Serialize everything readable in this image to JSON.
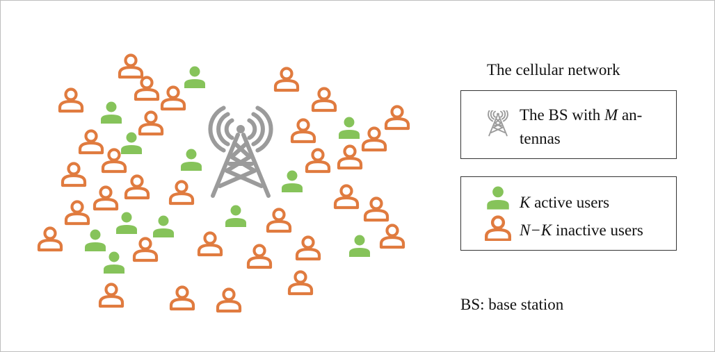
{
  "legend": {
    "title": "The cellular network",
    "bs_label_pre": "The BS with ",
    "bs_label_var": "M",
    "bs_label_post": " an-",
    "bs_label_line2": "tennas",
    "active_var": "K",
    "active_text": " active users",
    "inactive_var": "N−K",
    "inactive_text": " inactive users",
    "footnote": "BS: base station"
  },
  "colors": {
    "active": "#86c35a",
    "inactive": "#e07b3f",
    "tower": "#9b9b9b",
    "tower_dark": "#7a7a7a"
  },
  "icons": {
    "tower": "cell-tower-icon",
    "active_user": "active-user-icon",
    "inactive_user": "inactive-user-icon"
  }
}
